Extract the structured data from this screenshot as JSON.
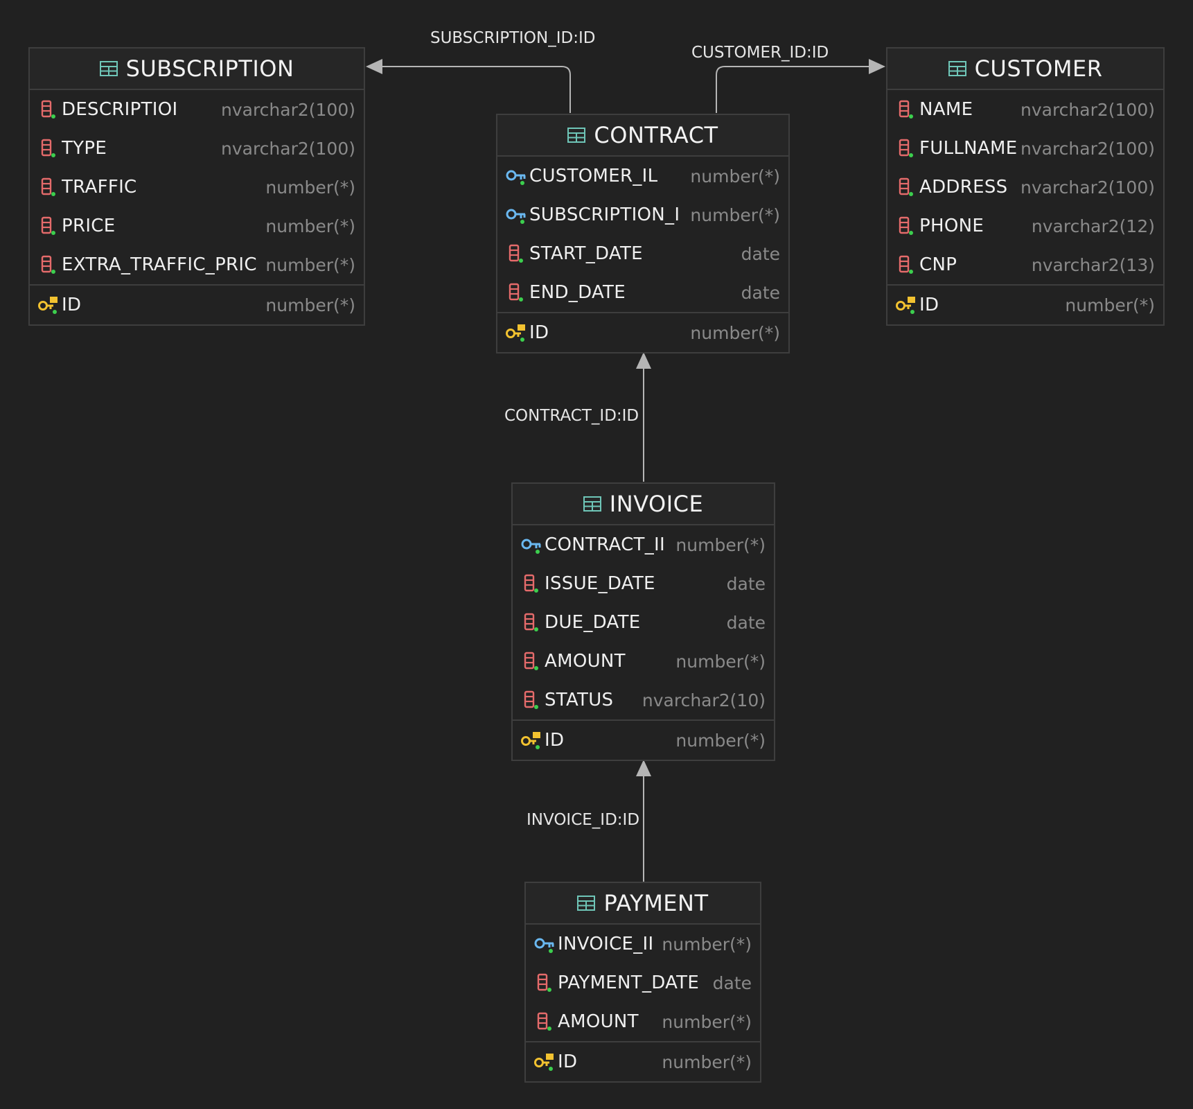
{
  "relationships": [
    {
      "id": "sub",
      "label": "SUBSCRIPTION_ID:ID"
    },
    {
      "id": "cust",
      "label": "CUSTOMER_ID:ID"
    },
    {
      "id": "contract",
      "label": "CONTRACT_ID:ID"
    },
    {
      "id": "invoice",
      "label": "INVOICE_ID:ID"
    }
  ],
  "entities": {
    "subscription": {
      "name": "SUBSCRIPTION",
      "columns": [
        {
          "name": "DESCRIPTIOI",
          "type": "nvarchar2(100)",
          "kind": "column"
        },
        {
          "name": "TYPE",
          "type": "nvarchar2(100)",
          "kind": "column"
        },
        {
          "name": "TRAFFIC",
          "type": "number(*)",
          "kind": "column"
        },
        {
          "name": "PRICE",
          "type": "number(*)",
          "kind": "column"
        },
        {
          "name": "EXTRA_TRAFFIC_PRIC",
          "type": "number(*)",
          "kind": "column"
        }
      ],
      "pk": {
        "name": "ID",
        "type": "number(*)"
      }
    },
    "contract": {
      "name": "CONTRACT",
      "columns": [
        {
          "name": "CUSTOMER_IL",
          "type": "number(*)",
          "kind": "fk"
        },
        {
          "name": "SUBSCRIPTION_I",
          "type": "number(*)",
          "kind": "fk"
        },
        {
          "name": "START_DATE",
          "type": "date",
          "kind": "column"
        },
        {
          "name": "END_DATE",
          "type": "date",
          "kind": "column"
        }
      ],
      "pk": {
        "name": "ID",
        "type": "number(*)"
      }
    },
    "customer": {
      "name": "CUSTOMER",
      "columns": [
        {
          "name": "NAME",
          "type": "nvarchar2(100)",
          "kind": "column"
        },
        {
          "name": "FULLNAME",
          "type": "nvarchar2(100)",
          "kind": "column"
        },
        {
          "name": "ADDRESS",
          "type": "nvarchar2(100)",
          "kind": "column"
        },
        {
          "name": "PHONE",
          "type": "nvarchar2(12)",
          "kind": "column"
        },
        {
          "name": "CNP",
          "type": "nvarchar2(13)",
          "kind": "column"
        }
      ],
      "pk": {
        "name": "ID",
        "type": "number(*)"
      }
    },
    "invoice": {
      "name": "INVOICE",
      "columns": [
        {
          "name": "CONTRACT_II",
          "type": "number(*)",
          "kind": "fk"
        },
        {
          "name": "ISSUE_DATE",
          "type": "date",
          "kind": "column"
        },
        {
          "name": "DUE_DATE",
          "type": "date",
          "kind": "column"
        },
        {
          "name": "AMOUNT",
          "type": "number(*)",
          "kind": "column"
        },
        {
          "name": "STATUS",
          "type": "nvarchar2(10)",
          "kind": "column"
        }
      ],
      "pk": {
        "name": "ID",
        "type": "number(*)"
      }
    },
    "payment": {
      "name": "PAYMENT",
      "columns": [
        {
          "name": "INVOICE_II",
          "type": "number(*)",
          "kind": "fk"
        },
        {
          "name": "PAYMENT_DATE",
          "type": "date",
          "kind": "column"
        },
        {
          "name": "AMOUNT",
          "type": "number(*)",
          "kind": "column"
        }
      ],
      "pk": {
        "name": "ID",
        "type": "number(*)"
      }
    }
  }
}
